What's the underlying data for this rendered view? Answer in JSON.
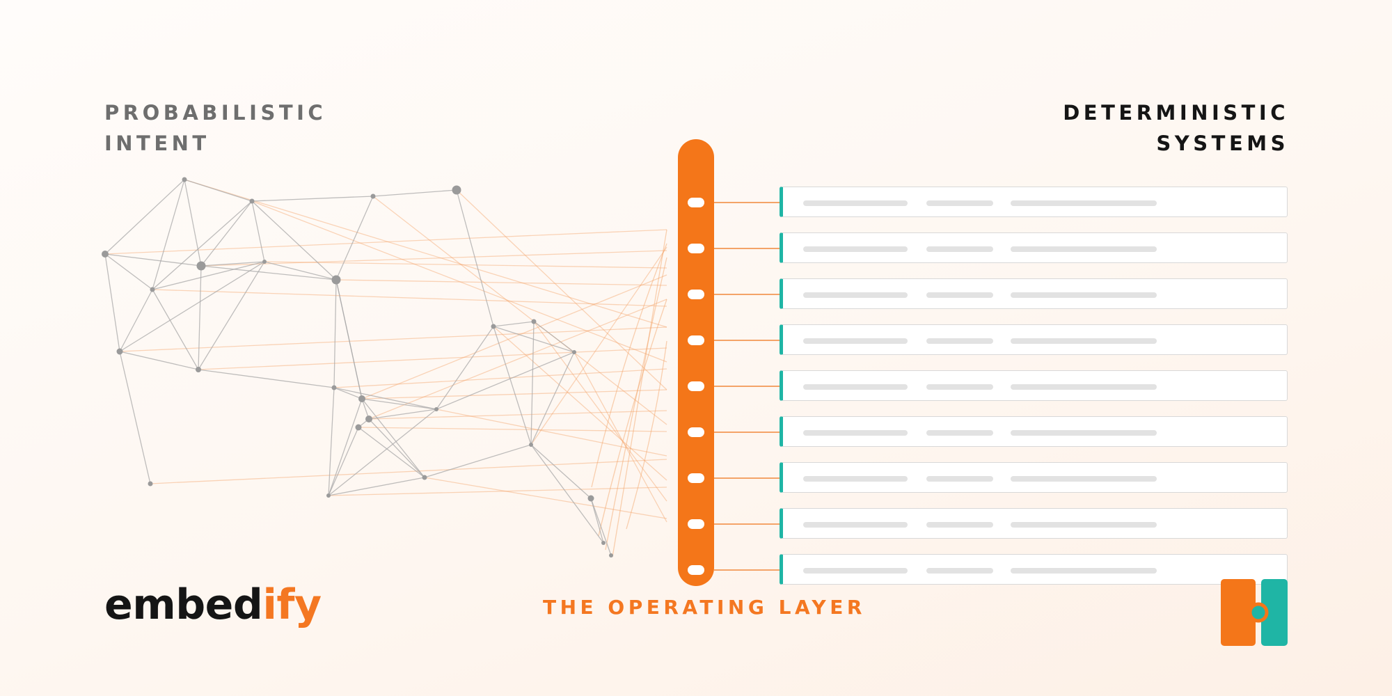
{
  "left_heading": {
    "line1": "PROBABILISTIC",
    "line2": "INTENT"
  },
  "right_heading": {
    "line1": "DETERMINISTIC",
    "line2": "SYSTEMS"
  },
  "caption": "THE OPERATING LAYER",
  "logo": {
    "part1": "embed",
    "part2": "ify"
  },
  "colors": {
    "accent_orange": "#f47619",
    "accent_teal": "#1fb5a5",
    "text_dark": "#151515",
    "text_gray": "#6e6e6e",
    "node_gray": "#9a9a9a"
  },
  "layer_slots": 9,
  "system_rows": 9,
  "icons": {
    "brand_mark": "embedify-mark-icon"
  }
}
